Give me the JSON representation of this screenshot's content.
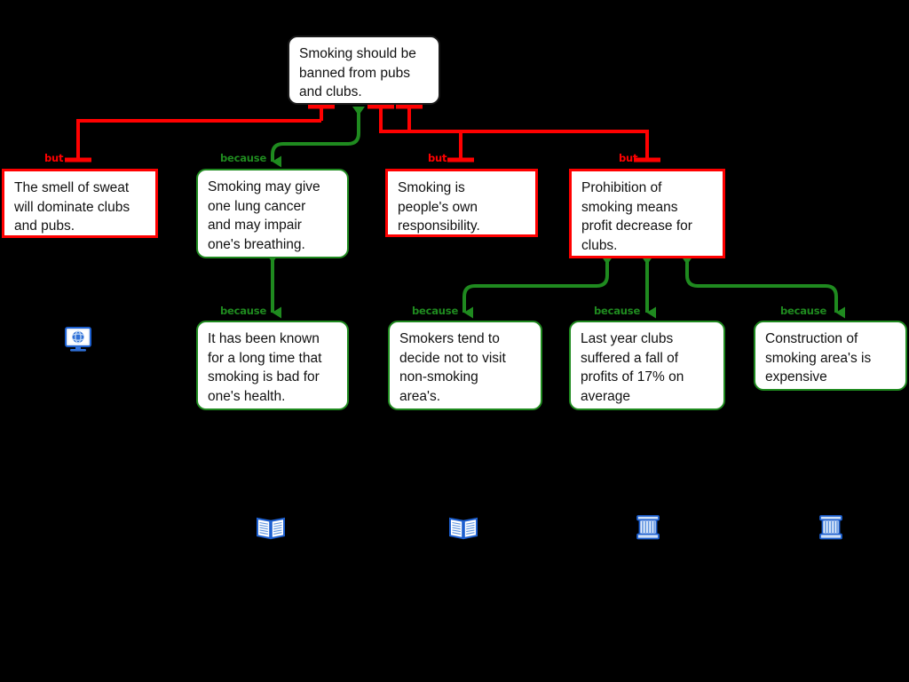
{
  "diagram": {
    "title": "Smoking should be banned from pubs and clubs.",
    "background_color": "#000000",
    "support_color": "#1f8a1f",
    "objection_color": "#ff0000",
    "root_color": "#1a1a1a",
    "icon_color": "#1c5fd0"
  },
  "nodes": {
    "root": {
      "text": "Smoking should be\nbanned from pubs\nand clubs.",
      "type": "claim"
    },
    "n1": {
      "text": "The smell of sweat\nwill dominate clubs\nand pubs.",
      "type": "objection"
    },
    "n2": {
      "text": "Smoking may give\none lung cancer\nand may impair\none's breathing.",
      "type": "support"
    },
    "n3": {
      "text": "Smoking is\npeople's own\nresponsibility.",
      "type": "objection"
    },
    "n4": {
      "text": "Prohibition of\nsmoking means\nprofit decrease for\nclubs.",
      "type": "objection"
    },
    "n5": {
      "text": "It has been known\nfor a long time that\nsmoking is bad for\none's health.",
      "type": "support"
    },
    "n6": {
      "text": "Smokers tend to\ndecide not to visit\nnon-smoking\narea's.",
      "type": "support"
    },
    "n7": {
      "text": "Last year clubs\nsuffered a fall of\nprofits of 17% on\naverage",
      "type": "support"
    },
    "n8": {
      "text": "Construction of\nsmoking area's is\nexpensive",
      "type": "support"
    }
  },
  "edge_labels": {
    "e1": "but",
    "e2": "because",
    "e3": "but",
    "e4": "but",
    "e5": "because",
    "e6": "because",
    "e7": "because",
    "e8": "because"
  },
  "icons": {
    "i1": "monitor-globe-icon",
    "i2": "open-book-icon",
    "i3": "open-book-icon",
    "i4": "pillar-icon",
    "i5": "pillar-icon"
  }
}
